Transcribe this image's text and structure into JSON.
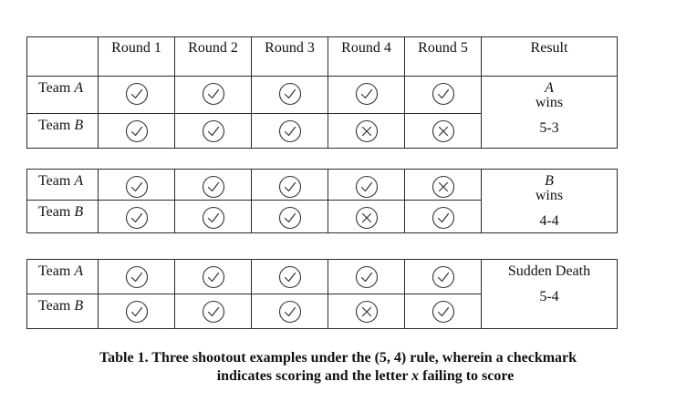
{
  "header": {
    "rounds": [
      "Round 1",
      "Round 2",
      "Round 3",
      "Round 4",
      "Round 5"
    ],
    "result": "Result"
  },
  "examples": [
    {
      "team_a_label": "Team",
      "team_a_letter": "A",
      "team_b_label": "Team",
      "team_b_letter": "B",
      "team_a_marks": [
        "check",
        "check",
        "check",
        "check",
        "check"
      ],
      "team_b_marks": [
        "check",
        "check",
        "check",
        "x",
        "x"
      ],
      "result_letter": "A",
      "result_text": " wins",
      "result_score": "5-3"
    },
    {
      "team_a_label": "Team",
      "team_a_letter": "A",
      "team_b_label": "Team",
      "team_b_letter": "B",
      "team_a_marks": [
        "check",
        "check",
        "check",
        "check",
        "x"
      ],
      "team_b_marks": [
        "check",
        "check",
        "check",
        "x",
        "check"
      ],
      "result_letter": "B",
      "result_text": " wins",
      "result_score": "4-4"
    },
    {
      "team_a_label": "Team",
      "team_a_letter": "A",
      "team_b_label": "Team",
      "team_b_letter": "B",
      "team_a_marks": [
        "check",
        "check",
        "check",
        "check",
        "check"
      ],
      "team_b_marks": [
        "check",
        "check",
        "check",
        "x",
        "check"
      ],
      "result_letter": "",
      "result_text": "Sudden Death",
      "result_score": "5-4"
    }
  ],
  "caption": {
    "line1": "Table 1. Three shootout examples under the (5, 4) rule, wherein a checkmark",
    "line2_pre": "indicates scoring and the letter ",
    "line2_letter": "x",
    "line2_post": " failing to score"
  },
  "icons": {
    "check": "check-circle-icon",
    "x": "x-circle-icon"
  }
}
